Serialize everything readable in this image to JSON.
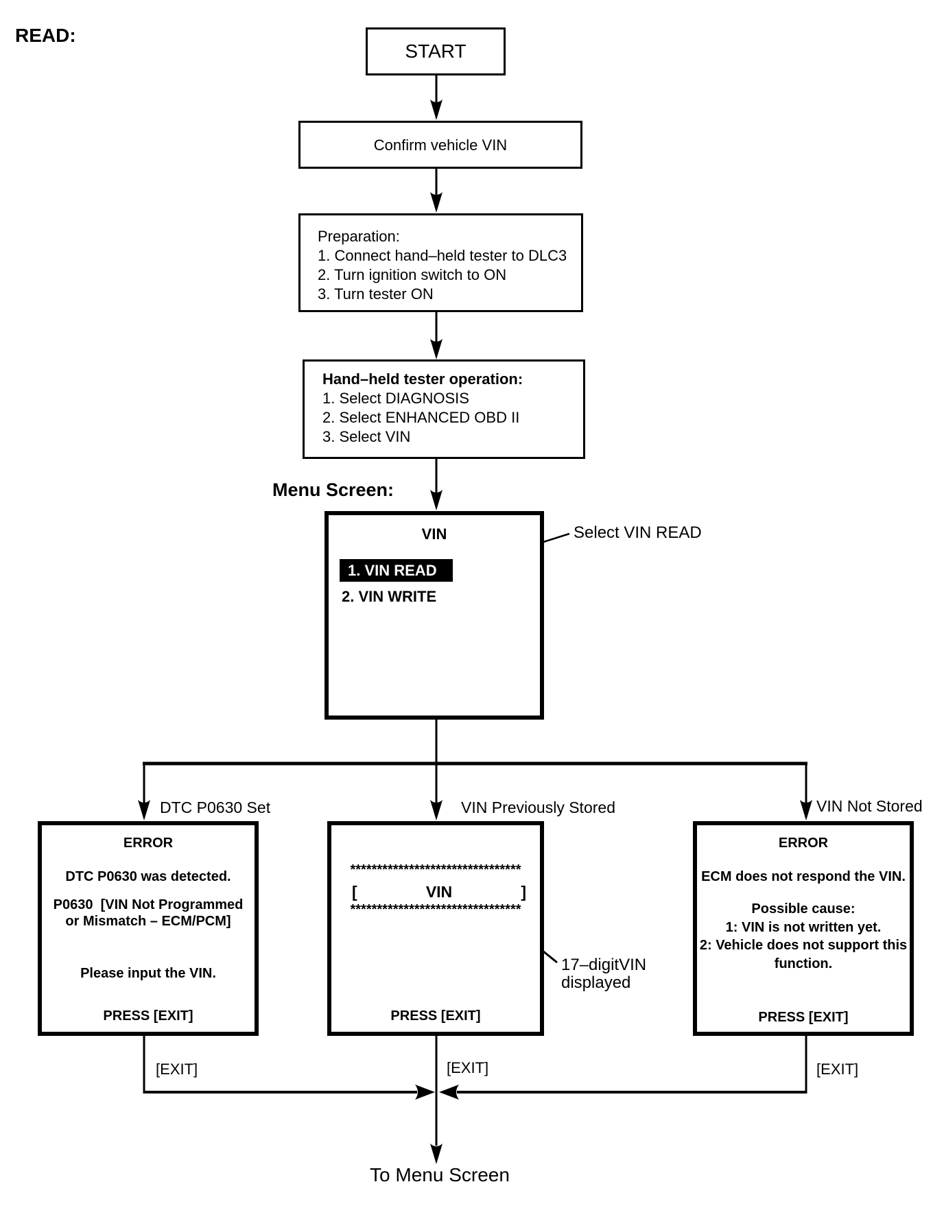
{
  "labels": {
    "read": "READ:",
    "menu_screen": "Menu Screen:",
    "to_menu": "To Menu Screen"
  },
  "nodes": {
    "start": {
      "label": "START"
    },
    "confirm": {
      "label": "Confirm vehicle VIN"
    },
    "preparation": {
      "title": "Preparation:",
      "step1": "1. Connect hand–held tester to DLC3",
      "step2": "2. Turn ignition switch to ON",
      "step3": "3. Turn tester ON"
    },
    "tester_operation": {
      "title": "Hand–held tester operation:",
      "step1": "1. Select DIAGNOSIS",
      "step2": "2. Select ENHANCED OBD II",
      "step3": "3. Select VIN"
    },
    "menu": {
      "title": "VIN",
      "item1": "1. VIN READ",
      "item2": "2. VIN WRITE"
    }
  },
  "callouts": {
    "select_vin_read": "Select VIN READ",
    "vin_digits_line1": "17–digitVIN",
    "vin_digits_line2": "displayed"
  },
  "branch_labels": {
    "left": "DTC P0630 Set",
    "middle": "VIN Previously Stored",
    "right": "VIN Not Stored"
  },
  "result_left": {
    "title": "ERROR",
    "line1": "DTC P0630 was detected.",
    "line2": "P0630  [VIN Not Programmed",
    "line3": "or Mismatch – ECM/PCM]",
    "line4": "Please input the VIN.",
    "press": "PRESS [EXIT]"
  },
  "result_middle": {
    "stars": "********************************",
    "bracket_open": "[",
    "vin": "VIN",
    "bracket_close": "]",
    "press": "PRESS [EXIT]"
  },
  "result_right": {
    "title": "ERROR",
    "line1": "ECM does not respond the VIN.",
    "line2": "Possible cause:",
    "line3": "1: VIN is not written yet.",
    "line4": "2: Vehicle does not support this",
    "line5": "function.",
    "press": "PRESS [EXIT]"
  },
  "exit_labels": {
    "left": "[EXIT]",
    "middle": "[EXIT]",
    "right": "[EXIT]"
  }
}
